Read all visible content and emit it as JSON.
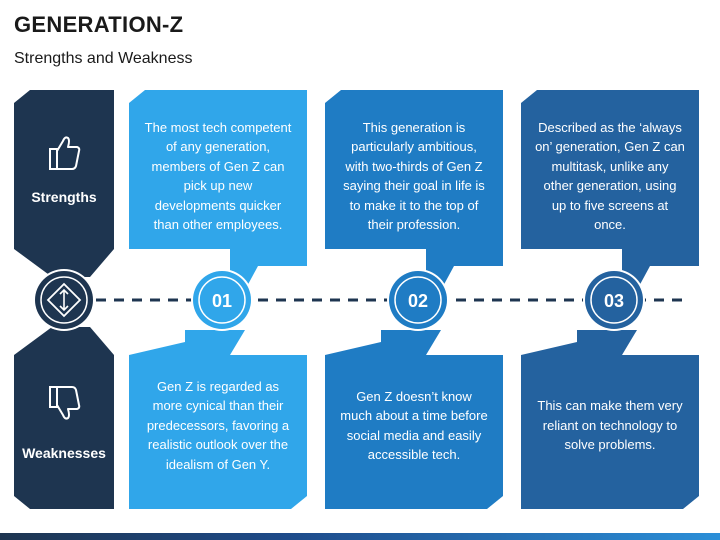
{
  "header": {
    "title": "GENERATION-Z",
    "subtitle": "Strengths and Weakness"
  },
  "rows": {
    "strengths": {
      "label": "Strengths",
      "icon": "thumbs-up-icon",
      "items": [
        "The most tech competent of any generation, members of Gen Z can pick up new developments quicker than other employees.",
        "This generation is particularly ambitious, with two-thirds of Gen Z saying their goal in life is to make it to the top of their profession.",
        "Described as the ‘always on’ generation, Gen Z can multitask, unlike any other generation, using up to five screens at once."
      ]
    },
    "weaknesses": {
      "label": "Weaknesses",
      "icon": "thumbs-down-icon",
      "items": [
        "Gen Z is regarded as more cynical than their predecessors, favoring a realistic outlook over the idealism of Gen Y.",
        "Gen Z doesn’t know much about a time before social media and easily accessible tech.",
        "This can make them very reliant on technology to solve problems."
      ]
    }
  },
  "timeline": {
    "start_icon": "diamond-arrows-icon",
    "steps": [
      "01",
      "02",
      "03"
    ]
  },
  "colors": {
    "dark_navy": "#1e3550",
    "light_blue": "#30a6ea",
    "mid_blue": "#1f7cc4",
    "deep_blue": "#24629f"
  }
}
